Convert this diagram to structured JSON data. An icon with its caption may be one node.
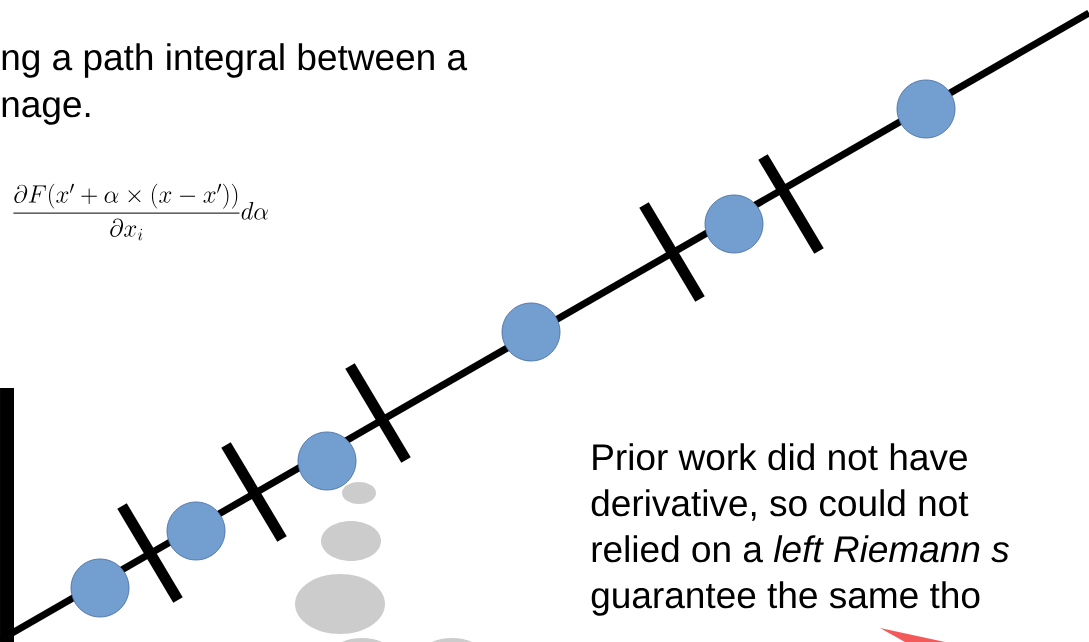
{
  "diagram": {
    "labels": [
      "ng a path integral between a",
      "nage.",
      "\\frac{\\partial F(x' + \\alpha \\times (x - x'))}{\\partial x_i} d\\alpha",
      "Prior work did not have",
      "derivative, so could not",
      "relied on a *left Riemann s*",
      "guarantee the same tho"
    ]
  }
}
